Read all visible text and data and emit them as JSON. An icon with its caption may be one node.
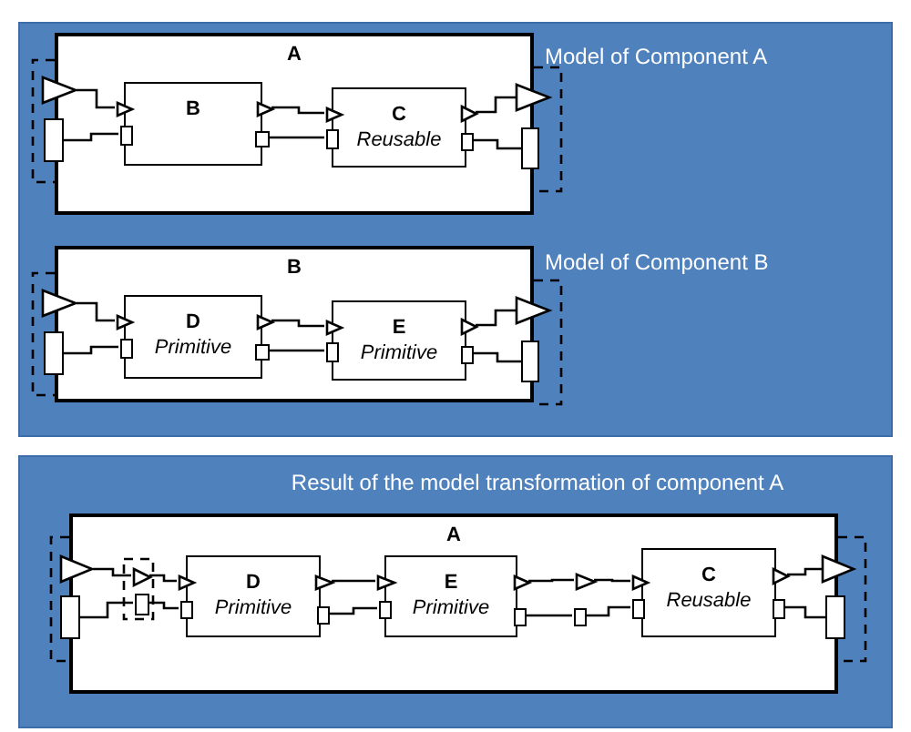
{
  "diagram": {
    "nodes": [
      {
        "text": [
          "A"
        ],
        "beside": [
          "Model of Component A"
        ]
      },
      {
        "text": [],
        "shape": "triangle"
      },
      {
        "text": [],
        "shape": "box"
      },
      {
        "text": [
          "B"
        ],
        "in": 0
      },
      {
        "text": [],
        "shape": "triangle",
        "in": 0
      },
      {
        "text": [],
        "shape": "box",
        "in": 0
      },
      {
        "text": [],
        "shape": "triangle",
        "in": 0
      },
      {
        "text": [],
        "shape": "box",
        "in": 0
      },
      {
        "text": [
          "C",
          "Reusable"
        ],
        "in": 0
      },
      {
        "text": [],
        "shape": "triangle",
        "in": 0
      },
      {
        "text": [],
        "shape": "box",
        "in": 0
      },
      {
        "text": [],
        "shape": "triangle",
        "in": 0
      },
      {
        "text": [],
        "shape": "box",
        "in": 0
      },
      {
        "text": [],
        "shape": "triangle"
      },
      {
        "text": [],
        "shape": "box"
      },
      {
        "text": [
          "B"
        ],
        "beside": [
          "Model of Component B"
        ]
      },
      {
        "text": [],
        "shape": "triangle"
      },
      {
        "text": [],
        "shape": "box"
      },
      {
        "text": [
          "D",
          "Primitive"
        ],
        "in": 15
      },
      {
        "text": [],
        "shape": "triangle",
        "in": 15
      },
      {
        "text": [],
        "shape": "box",
        "in": 15
      },
      {
        "text": [],
        "shape": "triangle",
        "in": 15
      },
      {
        "text": [],
        "shape": "box",
        "in": 15
      },
      {
        "text": [
          "E",
          "Primitive"
        ],
        "in": 15
      },
      {
        "text": [],
        "shape": "triangle",
        "in": 15
      },
      {
        "text": [],
        "shape": "box",
        "in": 15
      },
      {
        "text": [],
        "shape": "triangle",
        "in": 15
      },
      {
        "text": [],
        "shape": "box",
        "in": 15
      },
      {
        "text": [],
        "shape": "triangle"
      },
      {
        "text": [],
        "shape": "box"
      },
      {
        "text": [
          "A"
        ],
        "beside": [
          "Result of the model transformation of component A"
        ]
      },
      {
        "text": [],
        "shape": "triangle"
      },
      {
        "text": [],
        "shape": "box"
      },
      {
        "text": [],
        "shape": "triangle",
        "in": 30
      },
      {
        "text": [],
        "shape": "box",
        "in": 30
      },
      {
        "text": [
          "D",
          "Primitive"
        ],
        "in": 30
      },
      {
        "text": [],
        "shape": "triangle",
        "in": 30
      },
      {
        "text": [],
        "shape": "box",
        "in": 30
      },
      {
        "text": [],
        "shape": "triangle",
        "in": 30
      },
      {
        "text": [],
        "shape": "box",
        "in": 30
      },
      {
        "text": [
          "E",
          "Primitive"
        ],
        "in": 30
      },
      {
        "text": [],
        "shape": "triangle",
        "in": 30
      },
      {
        "text": [],
        "shape": "box",
        "in": 30
      },
      {
        "text": [],
        "shape": "triangle",
        "in": 30
      },
      {
        "text": [],
        "shape": "box",
        "in": 30
      },
      {
        "text": [],
        "shape": "triangle",
        "in": 30
      },
      {
        "text": [],
        "shape": "box",
        "in": 30
      },
      {
        "text": [
          "C",
          "Reusable"
        ],
        "in": 30
      },
      {
        "text": [],
        "shape": "triangle",
        "in": 30
      },
      {
        "text": [],
        "shape": "box",
        "in": 30
      },
      {
        "text": [],
        "shape": "triangle",
        "in": 30
      },
      {
        "text": [],
        "shape": "box",
        "in": 30
      },
      {
        "text": [],
        "shape": "triangle"
      },
      {
        "text": [],
        "shape": "box"
      }
    ],
    "edges": [
      {
        "from": 1,
        "to": 4,
        "arrow": "none"
      },
      {
        "from": 2,
        "to": 5,
        "arrow": "none"
      },
      {
        "from": 6,
        "to": 9,
        "arrow": "none"
      },
      {
        "from": 7,
        "to": 10,
        "arrow": "none"
      },
      {
        "from": 11,
        "to": 13,
        "arrow": "none"
      },
      {
        "from": 12,
        "to": 14,
        "arrow": "none"
      },
      {
        "from": 16,
        "to": 19,
        "arrow": "none"
      },
      {
        "from": 17,
        "to": 20,
        "arrow": "none"
      },
      {
        "from": 21,
        "to": 24,
        "arrow": "none"
      },
      {
        "from": 22,
        "to": 25,
        "arrow": "none"
      },
      {
        "from": 26,
        "to": 28,
        "arrow": "none"
      },
      {
        "from": 27,
        "to": 29,
        "arrow": "none"
      },
      {
        "from": 31,
        "to": 33,
        "arrow": "none"
      },
      {
        "from": 32,
        "to": 34,
        "arrow": "none"
      },
      {
        "from": 33,
        "to": 36,
        "arrow": "none"
      },
      {
        "from": 34,
        "to": 37,
        "arrow": "none"
      },
      {
        "from": 38,
        "to": 41,
        "arrow": "none"
      },
      {
        "from": 39,
        "to": 42,
        "arrow": "none"
      },
      {
        "from": 43,
        "to": 45,
        "arrow": "none"
      },
      {
        "from": 44,
        "to": 46,
        "arrow": "none"
      },
      {
        "from": 45,
        "to": 48,
        "arrow": "none"
      },
      {
        "from": 46,
        "to": 49,
        "arrow": "none"
      },
      {
        "from": 50,
        "to": 52,
        "arrow": "none"
      },
      {
        "from": 51,
        "to": 53,
        "arrow": "none"
      }
    ]
  }
}
